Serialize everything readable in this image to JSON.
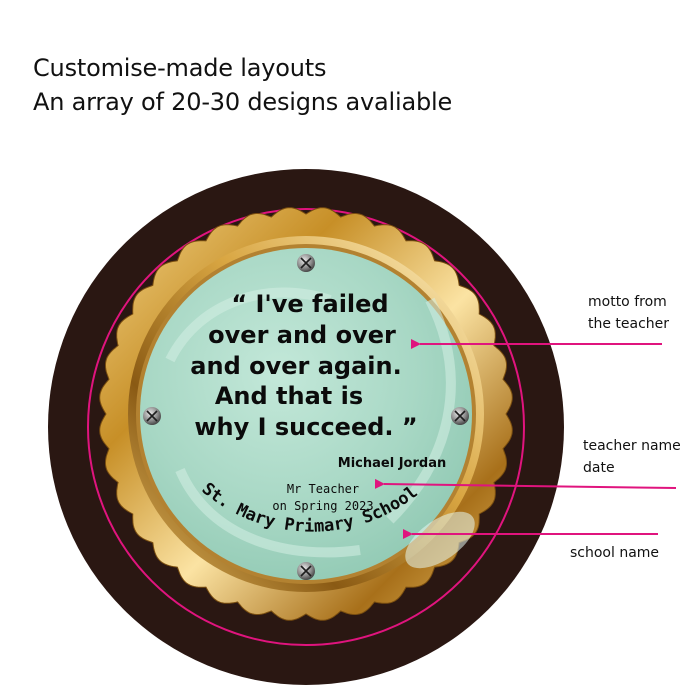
{
  "header": {
    "line1": "Customise-made layouts",
    "line2": "An array of 20-30 designs avaliable"
  },
  "plaque": {
    "quote_lines": [
      "“ I've failed",
      "over and over",
      "and over again.",
      "And that is",
      "why I succeed. ”"
    ],
    "author": "Michael Jordan",
    "teacher_line1": "Mr Teacher",
    "teacher_line2": "on Spring 2023",
    "school_name": "St. Mary Primary School"
  },
  "callouts": {
    "motto_line1": "motto from",
    "motto_line2": "the teacher",
    "teacher_line1": "teacher name",
    "teacher_line2": "date",
    "school": "school name"
  },
  "colors": {
    "disc": "#2a1712",
    "guide_circle": "#e0147e",
    "arrow": "#e0147e",
    "gold": "#c9962c",
    "face": "#a9d9c6"
  },
  "icons": [
    "screw-icon",
    "arrow-icon"
  ]
}
